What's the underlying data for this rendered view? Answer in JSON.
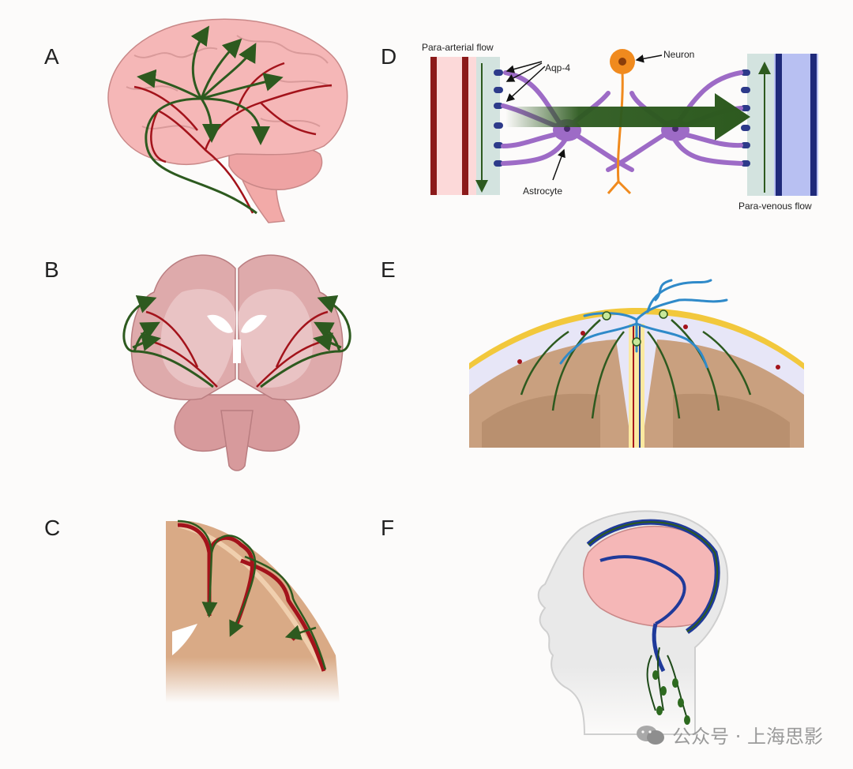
{
  "panels": {
    "a": "A",
    "b": "B",
    "c": "C",
    "d": "D",
    "e": "E",
    "f": "F"
  },
  "panel_d": {
    "para_arterial": "Para-arterial flow",
    "para_venous": "Para-venous flow",
    "aqp4": "Aqp-4",
    "neuron": "Neuron",
    "astrocyte": "Astrocyte"
  },
  "watermark": {
    "text": "公众号 · 上海思影",
    "icon": "wechat-icon"
  },
  "colors": {
    "flow_green": "#2d5a1f",
    "artery_red": "#a3131b",
    "vein_blue": "#1f3a9a",
    "brain_pink": "#f4b6b6",
    "astrocyte_purple": "#9d6bc6",
    "neuron_orange": "#f08a1e"
  }
}
